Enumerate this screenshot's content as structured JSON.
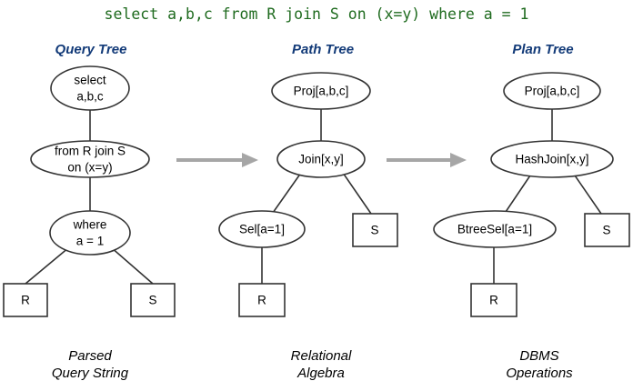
{
  "query": "select a,b,c from R join S on (x=y) where a = 1",
  "colors": {
    "query_text": "#1f6b1f",
    "header_text": "#123a78",
    "node_stroke": "#333333",
    "node_fill": "#ffffff",
    "arrow": "#a6a6a6",
    "caption_text": "#000000"
  },
  "columns": [
    {
      "header": "Query Tree",
      "caption_line1": "Parsed",
      "caption_line2": "Query String",
      "nodes": {
        "root_line1": "select",
        "root_line2": "a,b,c",
        "mid_line1": "from R join S",
        "mid_line2": "on (x=y)",
        "low_line1": "where",
        "low_line2": "a = 1",
        "leaf_left": "R",
        "leaf_right": "S"
      }
    },
    {
      "header": "Path Tree",
      "caption_line1": "Relational",
      "caption_line2": "Algebra",
      "nodes": {
        "root": "Proj[a,b,c]",
        "mid": "Join[x,y]",
        "sel": "Sel[a=1]",
        "leaf_left": "R",
        "leaf_right": "S"
      }
    },
    {
      "header": "Plan Tree",
      "caption_line1": "DBMS",
      "caption_line2": "Operations",
      "nodes": {
        "root": "Proj[a,b,c]",
        "mid": "HashJoin[x,y]",
        "sel": "BtreeSel[a=1]",
        "leaf_left": "R",
        "leaf_right": "S"
      }
    }
  ],
  "arrows": [
    {
      "name": "arrow-query-to-path"
    },
    {
      "name": "arrow-path-to-plan"
    }
  ]
}
